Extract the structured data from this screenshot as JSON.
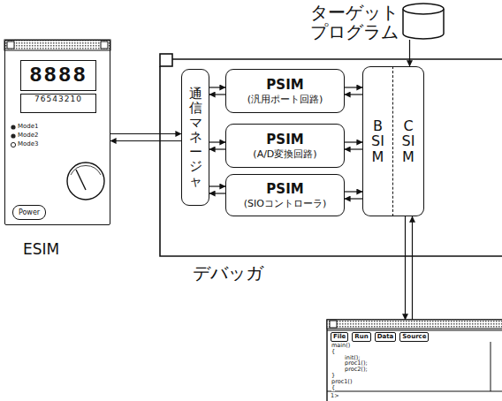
{
  "diagram": {
    "nodes": [
      {
        "text": [
          "ESIM"
        ]
      },
      {
        "text": [
          "8888"
        ],
        "in": 0
      },
      {
        "text": [
          "76543210"
        ],
        "in": 0
      },
      {
        "text": [
          "Power"
        ],
        "in": 0
      },
      {
        "text": [
          "通信マネージャ"
        ]
      },
      {
        "text": [
          "PSIM",
          "(汎用ポート回路)"
        ]
      },
      {
        "text": [
          "PSIM",
          "(A/D変換回路)"
        ]
      },
      {
        "text": [
          "PSIM",
          "(SIOコントローラ)"
        ]
      },
      {
        "text": [
          "BSIM"
        ]
      },
      {
        "text": [
          "CSIM"
        ]
      },
      {
        "text": [
          "ターゲット プログラム"
        ]
      },
      {
        "text": [
          "File",
          "Run",
          "Data",
          "Source",
          "main()",
          "{",
          "init();",
          "proc1();",
          "proc2();",
          "}",
          "proc1()",
          "{",
          "1>"
        ]
      }
    ],
    "edges": [
      {
        "from": 0,
        "to": 4,
        "arrow": "to"
      },
      {
        "from": 4,
        "to": 0,
        "arrow": "to"
      },
      {
        "from": 4,
        "to": 5,
        "arrow": "to"
      },
      {
        "from": 5,
        "to": 4,
        "arrow": "to"
      },
      {
        "from": 4,
        "to": 6,
        "arrow": "to"
      },
      {
        "from": 6,
        "to": 4,
        "arrow": "to"
      },
      {
        "from": 4,
        "to": 7,
        "arrow": "to"
      },
      {
        "from": 7,
        "to": 4,
        "arrow": "to"
      },
      {
        "from": 5,
        "to": 8,
        "arrow": "to"
      },
      {
        "from": 8,
        "to": 5,
        "arrow": "to"
      },
      {
        "from": 6,
        "to": 8,
        "arrow": "to"
      },
      {
        "from": 8,
        "to": 6,
        "arrow": "to"
      },
      {
        "from": 7,
        "to": 8,
        "arrow": "to"
      },
      {
        "from": 8,
        "to": 7,
        "arrow": "to"
      },
      {
        "from": 10,
        "to": 9,
        "arrow": "to"
      },
      {
        "from": 9,
        "to": 11,
        "arrow": "to"
      },
      {
        "from": 11,
        "to": 9,
        "arrow": "to"
      }
    ],
    "labels": [
      "Mode1",
      "Mode2",
      "Mode3",
      "デバッガ"
    ]
  }
}
